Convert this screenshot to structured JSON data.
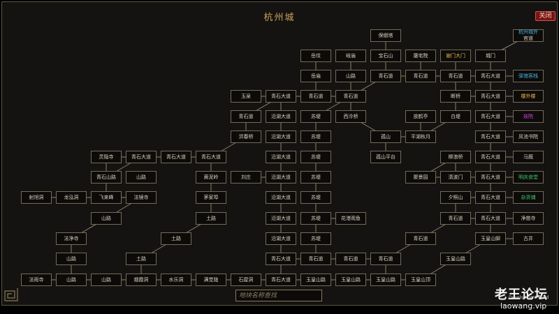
{
  "window": {
    "title": "杭州城",
    "close_label": "关闭"
  },
  "search": {
    "placeholder": "地块名称查找"
  },
  "watermark": {
    "site_cn": "老王论坛",
    "site_url": "laowang.vip",
    "build": "Development Build"
  },
  "colors": {
    "frame_border": "#5e5646",
    "node_border": "#756b58",
    "title": "#c9a35a",
    "close_bg": "#7a1414"
  },
  "nodes": [
    {
      "id": "baoshuta",
      "label": "保俶塔",
      "color": "#d9d2c2"
    },
    {
      "id": "guandao_top",
      "label": "杭州城外",
      "sub": "官道",
      "color": "#4fb0e0"
    },
    {
      "id": "yuefen",
      "label": "岳坟",
      "color": "#d9d2c2"
    },
    {
      "id": "qiyuan",
      "label": "岐庙",
      "color": "#d9d2c2"
    },
    {
      "id": "baoshishan",
      "label": "宝石山",
      "color": "#d9d2c2"
    },
    {
      "id": "fujia",
      "label": "屠宅院",
      "color": "#d9d2c2"
    },
    {
      "id": "xijiadamen",
      "label": "谢门大门",
      "color": "#e8b84a"
    },
    {
      "id": "chengmen",
      "label": "城门",
      "color": "#d9d2c2"
    },
    {
      "id": "yuemiao",
      "label": "岳庙",
      "color": "#d9d2c2"
    },
    {
      "id": "shanlu_r3",
      "label": "山路",
      "color": "#d9d2c2"
    },
    {
      "id": "qsd_r3a",
      "label": "青石道",
      "color": "#d9d2c2"
    },
    {
      "id": "qsd_r3b",
      "label": "青石道",
      "color": "#d9d2c2"
    },
    {
      "id": "qsd_r3c",
      "label": "青石道",
      "color": "#d9d2c2"
    },
    {
      "id": "qsdd_r3",
      "label": "青石大道",
      "color": "#d9d2c2"
    },
    {
      "id": "jieguan",
      "label": "驿馆客栈",
      "color": "#4fb0e0"
    },
    {
      "id": "yuquan",
      "label": "玉泉",
      "color": "#d9d2c2"
    },
    {
      "id": "qsdd_r4",
      "label": "青石大道",
      "color": "#d9d2c2"
    },
    {
      "id": "qsd_r4a",
      "label": "青石道",
      "color": "#d9d2c2"
    },
    {
      "id": "qsd_r4b",
      "label": "青石道",
      "color": "#d9d2c2"
    },
    {
      "id": "duanqiao",
      "label": "断桥",
      "color": "#d9d2c2"
    },
    {
      "id": "qsdd_r4b",
      "label": "青石大道",
      "color": "#d9d2c2"
    },
    {
      "id": "louwailou",
      "label": "楼外楼",
      "color": "#e8b84a"
    },
    {
      "id": "qsd_r5",
      "label": "青石道",
      "color": "#d9d2c2"
    },
    {
      "id": "yhdd_r5",
      "label": "沿湖大道",
      "color": "#d9d2c2"
    },
    {
      "id": "sudi_r5",
      "label": "苏堤",
      "color": "#d9d2c2"
    },
    {
      "id": "xilingqiao",
      "label": "西泠桥",
      "color": "#d9d2c2"
    },
    {
      "id": "fanghe",
      "label": "放鹤亭",
      "color": "#d9d2c2"
    },
    {
      "id": "baidi",
      "label": "白堤",
      "color": "#d9d2c2"
    },
    {
      "id": "qsdd_r5",
      "label": "青石大道",
      "color": "#d9d2c2"
    },
    {
      "id": "jiyuan",
      "label": "妓院",
      "color": "#d040d0"
    },
    {
      "id": "hongchunqiao",
      "label": "洪春桥",
      "color": "#d9d2c2"
    },
    {
      "id": "yhdd_r6",
      "label": "沿湖大道",
      "color": "#d9d2c2"
    },
    {
      "id": "sudi_r6",
      "label": "苏堤",
      "color": "#d9d2c2"
    },
    {
      "id": "gushan",
      "label": "孤山",
      "color": "#d9d2c2"
    },
    {
      "id": "pinghu",
      "label": "平湖秋月",
      "color": "#d9d2c2"
    },
    {
      "id": "qsdd_r6",
      "label": "青石大道",
      "color": "#d9d2c2"
    },
    {
      "id": "fengchi",
      "label": "凤池书院",
      "color": "#d9d2c2"
    },
    {
      "id": "linyinsi",
      "label": "灵隐寺",
      "color": "#d9d2c2"
    },
    {
      "id": "qsdd_r7a",
      "label": "青石大道",
      "color": "#d9d2c2"
    },
    {
      "id": "qsdd_r7b",
      "label": "青石大道",
      "color": "#d9d2c2"
    },
    {
      "id": "qsdd_r7c",
      "label": "青石大道",
      "color": "#d9d2c2"
    },
    {
      "id": "yhdd_r7",
      "label": "沿湖大道",
      "color": "#d9d2c2"
    },
    {
      "id": "sudi_r7",
      "label": "苏堤",
      "color": "#d9d2c2"
    },
    {
      "id": "gushanpt",
      "label": "孤山平台",
      "color": "#d9d2c2"
    },
    {
      "id": "liulangqiao",
      "label": "柳浪桥",
      "color": "#d9d2c2"
    },
    {
      "id": "qsdd_r7d",
      "label": "青石大道",
      "color": "#d9d2c2"
    },
    {
      "id": "mapeng",
      "label": "马厩",
      "color": "#d9d2c2"
    },
    {
      "id": "qsshanlu",
      "label": "青石山路",
      "color": "#d9d2c2"
    },
    {
      "id": "shanlu_r8",
      "label": "山路",
      "color": "#d9d2c2"
    },
    {
      "id": "huangnieling",
      "label": "黄泥岭",
      "color": "#d9d2c2"
    },
    {
      "id": "liuzhuang",
      "label": "刘庄",
      "color": "#d9d2c2"
    },
    {
      "id": "yhdd_r8",
      "label": "沿湖大道",
      "color": "#d9d2c2"
    },
    {
      "id": "sudi_r8",
      "label": "苏堤",
      "color": "#d9d2c2"
    },
    {
      "id": "juyingyuan",
      "label": "聚景园",
      "color": "#d9d2c2"
    },
    {
      "id": "qingbomen",
      "label": "清波门",
      "color": "#d9d2c2"
    },
    {
      "id": "qsdd_r8",
      "label": "青石大道",
      "color": "#d9d2c2"
    },
    {
      "id": "mingqing",
      "label": "明庆食堂",
      "color": "#3ec46a"
    },
    {
      "id": "shejiadong",
      "label": "射旭洞",
      "color": "#d9d2c2"
    },
    {
      "id": "longhongdong",
      "label": "龙泓洞",
      "color": "#d9d2c2"
    },
    {
      "id": "feilaifeng",
      "label": "飞来峰",
      "color": "#d9d2c2"
    },
    {
      "id": "fajingsi_top",
      "label": "法镜寺",
      "color": "#d9d2c2"
    },
    {
      "id": "maojiabu",
      "label": "茅家埠",
      "color": "#d9d2c2"
    },
    {
      "id": "yhdd_r9",
      "label": "沿湖大道",
      "color": "#d9d2c2"
    },
    {
      "id": "sudi_r9",
      "label": "苏堤",
      "color": "#d9d2c2"
    },
    {
      "id": "xizhaoshan",
      "label": "夕照山",
      "color": "#d9d2c2"
    },
    {
      "id": "qsdd_r9",
      "label": "青石大道",
      "color": "#d9d2c2"
    },
    {
      "id": "zahuopu",
      "label": "杂货铺",
      "color": "#3ec46a"
    },
    {
      "id": "shanlu_r10",
      "label": "山路",
      "color": "#d9d2c2"
    },
    {
      "id": "tulu_r10",
      "label": "土路",
      "color": "#d9d2c2"
    },
    {
      "id": "yhdd_r10",
      "label": "沿湖大道",
      "color": "#d9d2c2"
    },
    {
      "id": "sudi_r10",
      "label": "苏堤",
      "color": "#d9d2c2"
    },
    {
      "id": "huagang",
      "label": "花港观鱼",
      "color": "#d9d2c2"
    },
    {
      "id": "qsd_r10",
      "label": "青石道",
      "color": "#d9d2c2"
    },
    {
      "id": "qsdd_r10",
      "label": "青石大道",
      "color": "#d9d2c2"
    },
    {
      "id": "jingcisi",
      "label": "净慈寺",
      "color": "#d9d2c2"
    },
    {
      "id": "fajingsi",
      "label": "法净寺",
      "color": "#d9d2c2"
    },
    {
      "id": "tulu_r11",
      "label": "土路",
      "color": "#d9d2c2"
    },
    {
      "id": "yhdd_r11",
      "label": "沿湖大道",
      "color": "#d9d2c2"
    },
    {
      "id": "sudi_r11",
      "label": "苏堤",
      "color": "#d9d2c2"
    },
    {
      "id": "qsd_r11",
      "label": "青石道",
      "color": "#d9d2c2"
    },
    {
      "id": "yuhuangshanjiao",
      "label": "玉皇山脚",
      "color": "#d9d2c2"
    },
    {
      "id": "gujing",
      "label": "古井",
      "color": "#d9d2c2"
    },
    {
      "id": "shanlu_r12",
      "label": "山路",
      "color": "#d9d2c2"
    },
    {
      "id": "tulu_r12",
      "label": "土路",
      "color": "#d9d2c2"
    },
    {
      "id": "qsdd_r12",
      "label": "青石大道",
      "color": "#d9d2c2"
    },
    {
      "id": "qsd_r12a",
      "label": "青石道",
      "color": "#d9d2c2"
    },
    {
      "id": "qsd_r12b",
      "label": "青石道",
      "color": "#d9d2c2"
    },
    {
      "id": "qsd_r12c",
      "label": "青石道",
      "color": "#d9d2c2"
    },
    {
      "id": "yuhuangshanlu",
      "label": "玉皇山路",
      "color": "#d9d2c2"
    },
    {
      "id": "fayusi",
      "label": "法雨寺",
      "color": "#d9d2c2"
    },
    {
      "id": "shanlu_r13a",
      "label": "山路",
      "color": "#d9d2c2"
    },
    {
      "id": "shanlu_r13b",
      "label": "山路",
      "color": "#d9d2c2"
    },
    {
      "id": "yanxiadong",
      "label": "烟霞洞",
      "color": "#d9d2c2"
    },
    {
      "id": "shuilehdong",
      "label": "水乐洞",
      "color": "#d9d2c2"
    },
    {
      "id": "manjueling",
      "label": "满觉陇",
      "color": "#d9d2c2"
    },
    {
      "id": "shiwudong",
      "label": "石屋洞",
      "color": "#d9d2c2"
    },
    {
      "id": "qsdd_r13",
      "label": "青石大道",
      "color": "#d9d2c2"
    },
    {
      "id": "yhsl_r13a",
      "label": "玉皇山路",
      "color": "#d9d2c2"
    },
    {
      "id": "yhsl_r13b",
      "label": "玉皇山路",
      "color": "#d9d2c2"
    },
    {
      "id": "yhsl_r13c",
      "label": "玉皇山路",
      "color": "#d9d2c2"
    },
    {
      "id": "yuhuangshandian",
      "label": "玉皇山顶",
      "color": "#d9d2c2"
    }
  ]
}
